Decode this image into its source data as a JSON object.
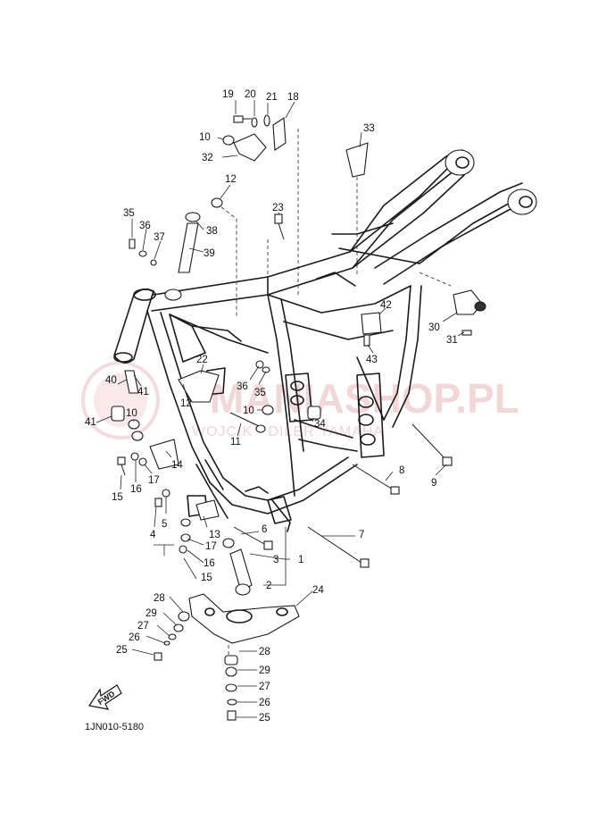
{
  "diagram": {
    "part_code": "1JN010-5180",
    "fwd_label": "FWD",
    "watermark": {
      "main": "MANIASHOP.PL",
      "sub": "WOJCIK - DILER YAMAHA"
    },
    "callouts": [
      {
        "id": "c19a",
        "text": "19"
      },
      {
        "id": "c20",
        "text": "20"
      },
      {
        "id": "c21",
        "text": "21"
      },
      {
        "id": "c18",
        "text": "18"
      },
      {
        "id": "c10a",
        "text": "10"
      },
      {
        "id": "c32",
        "text": "32"
      },
      {
        "id": "c33",
        "text": "33"
      },
      {
        "id": "c12a",
        "text": "12"
      },
      {
        "id": "c35a",
        "text": "35"
      },
      {
        "id": "c36a",
        "text": "36"
      },
      {
        "id": "c37",
        "text": "37"
      },
      {
        "id": "c38",
        "text": "38"
      },
      {
        "id": "c39",
        "text": "39"
      },
      {
        "id": "c23",
        "text": "23"
      },
      {
        "id": "c42",
        "text": "42"
      },
      {
        "id": "c43",
        "text": "43"
      },
      {
        "id": "c30",
        "text": "30"
      },
      {
        "id": "c31",
        "text": "31"
      },
      {
        "id": "c22",
        "text": "22"
      },
      {
        "id": "c36b",
        "text": "36"
      },
      {
        "id": "c35b",
        "text": "35"
      },
      {
        "id": "c40",
        "text": "40"
      },
      {
        "id": "c41a",
        "text": "41"
      },
      {
        "id": "c41b",
        "text": "41"
      },
      {
        "id": "c12b",
        "text": "12"
      },
      {
        "id": "c10b",
        "text": "10"
      },
      {
        "id": "c10c",
        "text": "10"
      },
      {
        "id": "c34",
        "text": "34"
      },
      {
        "id": "c11",
        "text": "11"
      },
      {
        "id": "c9",
        "text": "9"
      },
      {
        "id": "c8",
        "text": "8"
      },
      {
        "id": "c15a",
        "text": "15"
      },
      {
        "id": "c16a",
        "text": "16"
      },
      {
        "id": "c17a",
        "text": "17"
      },
      {
        "id": "c14",
        "text": "14"
      },
      {
        "id": "c4",
        "text": "4"
      },
      {
        "id": "c5",
        "text": "5"
      },
      {
        "id": "c13",
        "text": "13"
      },
      {
        "id": "c17b",
        "text": "17"
      },
      {
        "id": "c6",
        "text": "6"
      },
      {
        "id": "c7",
        "text": "7"
      },
      {
        "id": "c3",
        "text": "3"
      },
      {
        "id": "c1",
        "text": "1"
      },
      {
        "id": "c16b",
        "text": "16"
      },
      {
        "id": "c15b",
        "text": "15"
      },
      {
        "id": "c2",
        "text": "2"
      },
      {
        "id": "c24",
        "text": "24"
      },
      {
        "id": "c28a",
        "text": "28"
      },
      {
        "id": "c29a",
        "text": "29"
      },
      {
        "id": "c27a",
        "text": "27"
      },
      {
        "id": "c26a",
        "text": "26"
      },
      {
        "id": "c25a",
        "text": "25"
      },
      {
        "id": "c28b",
        "text": "28"
      },
      {
        "id": "c29b",
        "text": "29"
      },
      {
        "id": "c27b",
        "text": "27"
      },
      {
        "id": "c26b",
        "text": "26"
      },
      {
        "id": "c25b",
        "text": "25"
      }
    ]
  }
}
